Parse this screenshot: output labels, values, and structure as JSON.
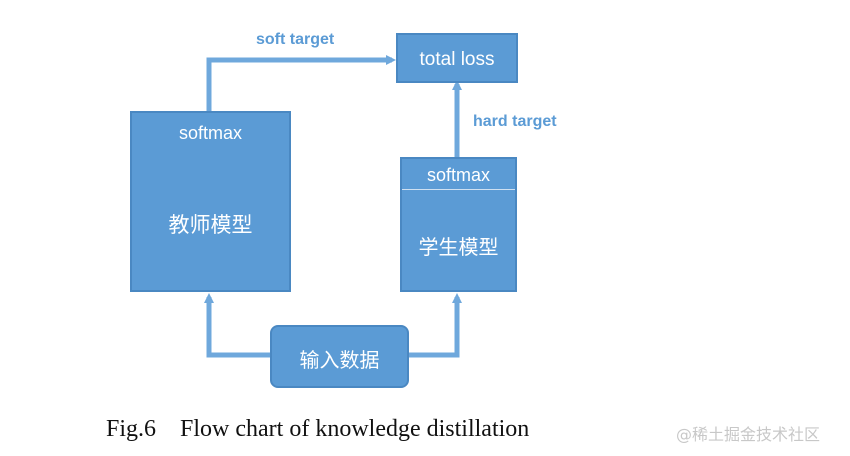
{
  "nodes": {
    "teacher": {
      "top_label": "softmax",
      "name": "教师模型"
    },
    "student": {
      "top_label": "softmax",
      "name": "学生模型"
    },
    "loss": {
      "label": "total loss"
    },
    "input": {
      "label": "输入数据"
    }
  },
  "edges": {
    "soft_target": "soft target",
    "hard_target": "hard target"
  },
  "caption": "Fig.6    Flow chart of knowledge distillation",
  "watermark": "@稀土掘金技术社区",
  "colors": {
    "box_fill": "#5b9bd5",
    "box_border": "#4a88c2",
    "arrow": "#6fa8dc",
    "edge_label": "#5b9bd5"
  }
}
